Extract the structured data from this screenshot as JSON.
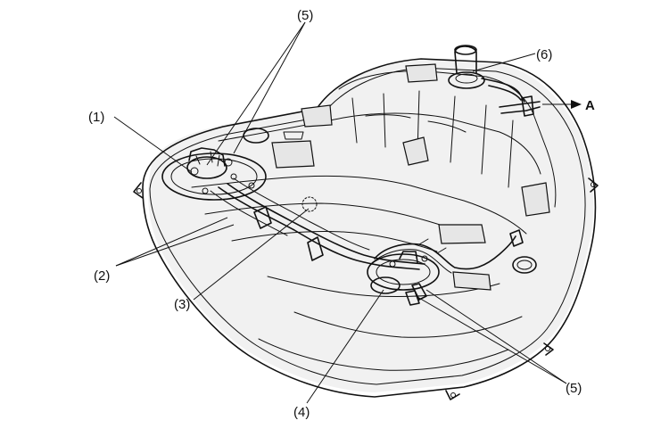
{
  "labels": {
    "pump_1": "(1)",
    "lines_2": "(2)",
    "line_3": "(3)",
    "gauge_4": "(4)",
    "connector_5_top": "(5)",
    "connector_5_bottom": "(5)",
    "filler_6": "(6)",
    "view_a": "A"
  },
  "colors": {
    "ink": "#111111",
    "pad": "#e6e6e6",
    "background": "#ffffff"
  }
}
